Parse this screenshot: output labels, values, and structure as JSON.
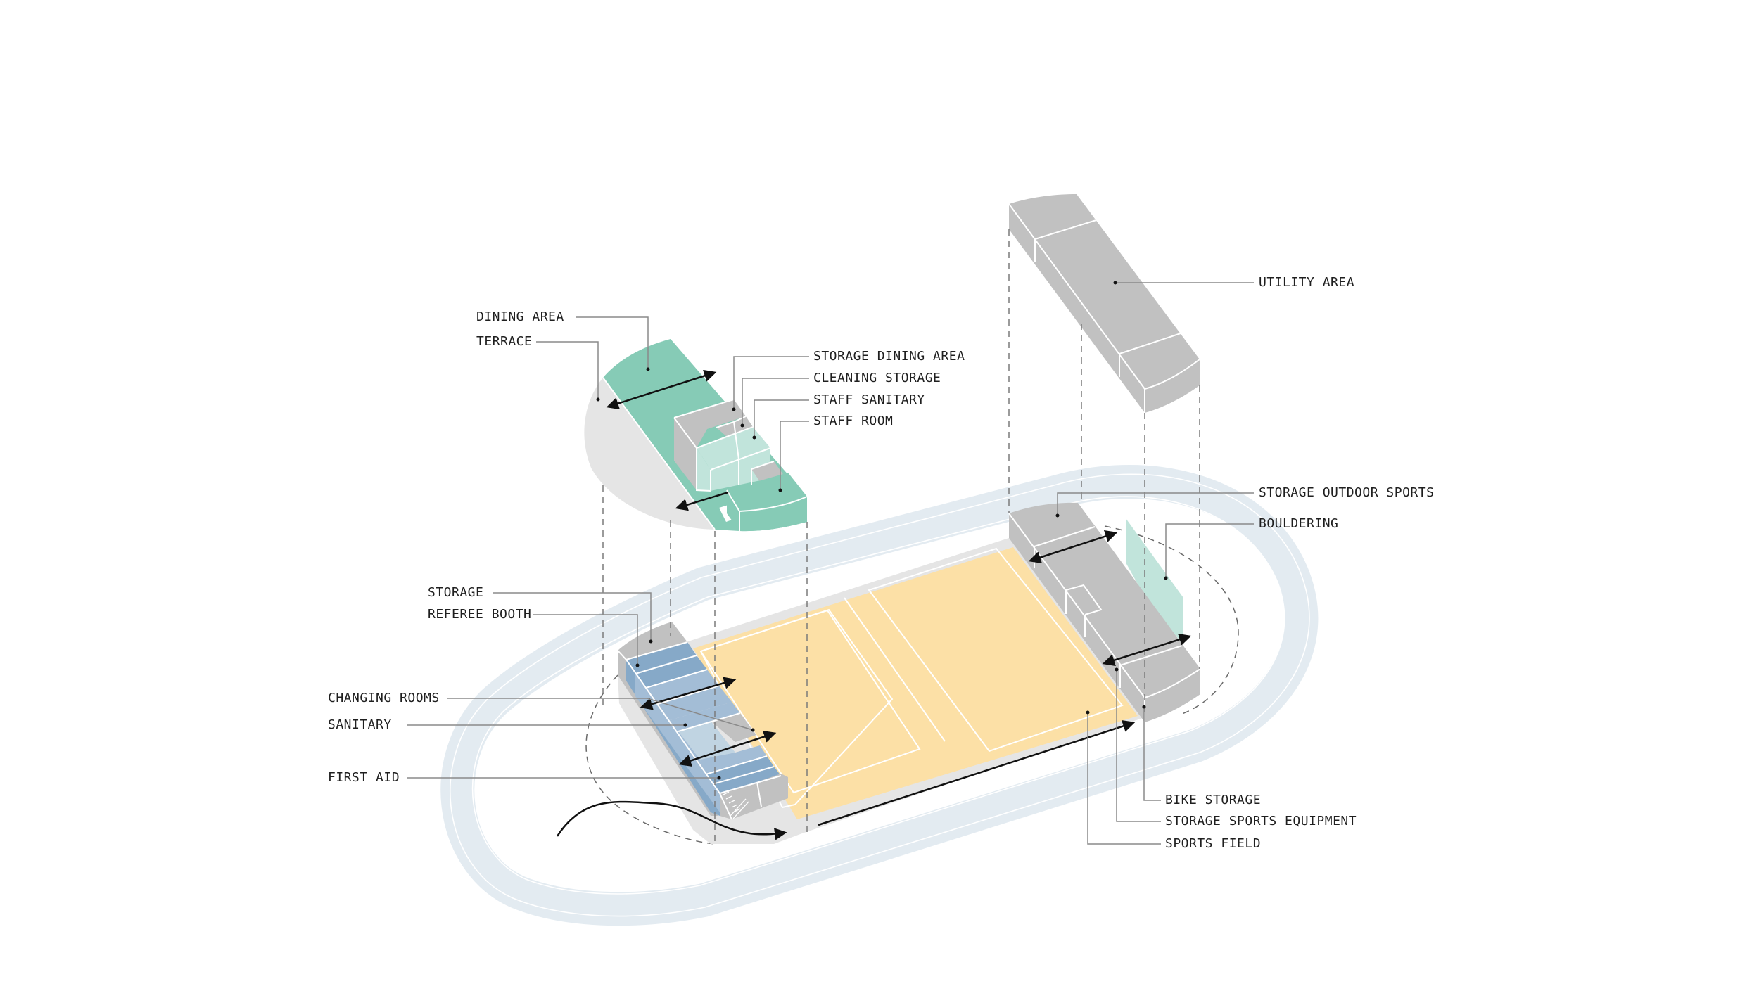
{
  "diagram": {
    "type": "axonometric program diagram",
    "colors": {
      "background": "#ffffff",
      "track": "#e3ebf1",
      "base_platform": "#e5e5e5",
      "sports_field": "#fce0a6",
      "building_grey": "#c1c1c1",
      "changing_blue_dark": "#86a9c8",
      "changing_blue_mid": "#a3bdd6",
      "sanitary_blue_light": "#c0d4e2",
      "dining_green": "#86cbb6",
      "staff_green_light": "#c1e4db",
      "bouldering_green": "#c1e4db",
      "label_text": "#1f1f1f",
      "leader_line": "#8a8a8a"
    }
  },
  "labels": {
    "dining_area": "DINING AREA",
    "terrace": "TERRACE",
    "storage_dining_area": "STORAGE DINING AREA",
    "cleaning_storage": "CLEANING STORAGE",
    "staff_sanitary": "STAFF SANITARY",
    "staff_room": "STAFF ROOM",
    "utility_area": "UTILITY AREA",
    "storage_outdoor_sports": "STORAGE OUTDOOR SPORTS",
    "bouldering": "BOULDERING",
    "storage": "STORAGE",
    "referee_booth": "REFEREE BOOTH",
    "changing_rooms": "CHANGING ROOMS",
    "sanitary": "SANITARY",
    "first_aid": "FIRST AID",
    "bike_storage": "BIKE STORAGE",
    "storage_sports_equipment": "STORAGE SPORTS EQUIPMENT",
    "sports_field": "SPORTS FIELD"
  }
}
